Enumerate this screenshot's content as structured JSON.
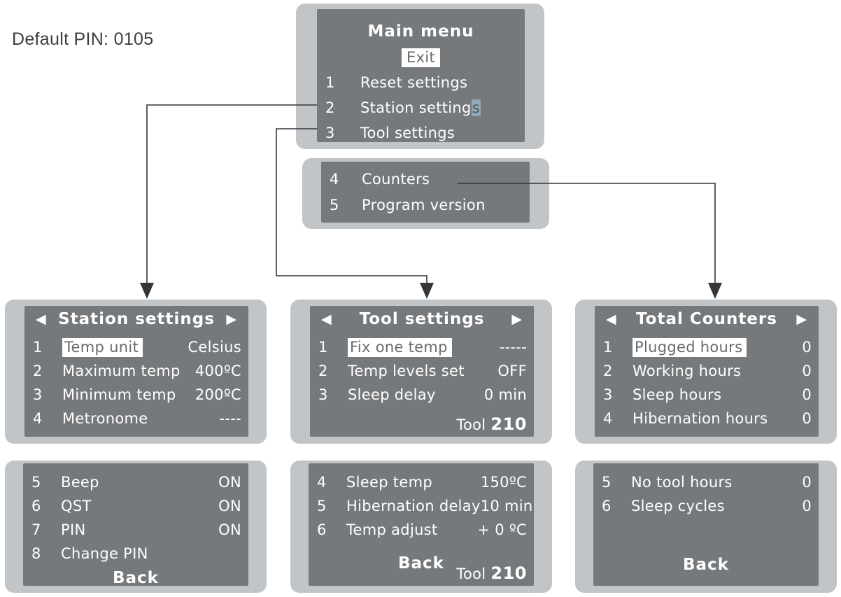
{
  "note": "Default PIN: 0105",
  "icons": {
    "left_arrow": "◀",
    "right_arrow": "▶"
  },
  "colors": {
    "frame_bg": "#c2c5c7",
    "screen_bg": "#76797c",
    "screen_text": "#ffffff",
    "highlight_bg": "#ffffff",
    "highlight_text": "#686b6e",
    "cursor_bg": "#92a8b6",
    "line_color": "#33373a"
  },
  "panels": {
    "main_menu": {
      "title": "Main menu",
      "exit_label": "Exit",
      "items": [
        {
          "num": "1",
          "label": "Reset settings"
        },
        {
          "num": "2",
          "label_pre": "Station setting",
          "cursor_char": "s"
        },
        {
          "num": "3",
          "label": "Tool settings"
        }
      ]
    },
    "main_menu_more": {
      "items": [
        {
          "num": "4",
          "label": "Counters"
        },
        {
          "num": "5",
          "label": "Program version"
        }
      ]
    },
    "station_settings": {
      "title": "Station settings",
      "items": [
        {
          "num": "1",
          "label": "Temp unit",
          "value": "Celsius"
        },
        {
          "num": "2",
          "label": "Maximum temp",
          "value": "400ºC"
        },
        {
          "num": "3",
          "label": "Minimum temp",
          "value": "200ºC"
        },
        {
          "num": "4",
          "label": "Metronome",
          "value": "----"
        }
      ]
    },
    "tool_settings": {
      "title": "Tool settings",
      "items": [
        {
          "num": "1",
          "label": "Fix one temp",
          "value": "-----"
        },
        {
          "num": "2",
          "label": "Temp levels set",
          "value": "OFF"
        },
        {
          "num": "3",
          "label": "Sleep delay",
          "value": "0 min"
        }
      ],
      "footer": {
        "tool_label": "Tool",
        "tool_value": "210"
      }
    },
    "total_counters": {
      "title": "Total Counters",
      "items": [
        {
          "num": "1",
          "label": "Plugged hours",
          "value": "0"
        },
        {
          "num": "2",
          "label": "Working hours",
          "value": "0"
        },
        {
          "num": "3",
          "label": "Sleep hours",
          "value": "0"
        },
        {
          "num": "4",
          "label": "Hibernation hours",
          "value": "0"
        }
      ]
    },
    "station_settings_page2": {
      "items": [
        {
          "num": "5",
          "label": "Beep",
          "value": "ON"
        },
        {
          "num": "6",
          "label": "QST",
          "value": "ON"
        },
        {
          "num": "7",
          "label": "PIN",
          "value": "ON"
        },
        {
          "num": "8",
          "label": "Change PIN",
          "value": ""
        }
      ],
      "back_label": "Back"
    },
    "tool_settings_page2": {
      "items": [
        {
          "num": "4",
          "label": "Sleep temp",
          "value": "150ºC"
        },
        {
          "num": "5",
          "label": "Hibernation delay",
          "value": "10 min"
        },
        {
          "num": "6",
          "label": "Temp adjust",
          "value": "+ 0 ºC"
        }
      ],
      "back_label": "Back",
      "footer": {
        "tool_label": "Tool",
        "tool_value": "210"
      }
    },
    "counters_page2": {
      "items": [
        {
          "num": "5",
          "label": "No tool hours",
          "value": "0"
        },
        {
          "num": "6",
          "label": "Sleep cycles",
          "value": "0"
        }
      ],
      "back_label": "Back"
    }
  }
}
